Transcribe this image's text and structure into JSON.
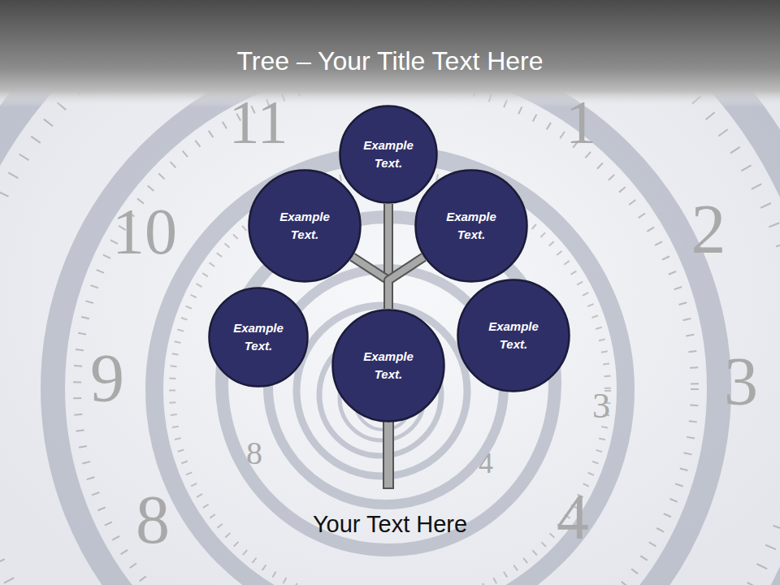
{
  "diagram": {
    "title": "Tree – Your Title Text Here",
    "caption": "Your Text Here",
    "nodes": [
      {
        "text": [
          "Example Text."
        ]
      },
      {
        "text": [
          "Example Text."
        ]
      },
      {
        "text": [
          "Example Text."
        ]
      },
      {
        "text": [
          "Example Text."
        ]
      },
      {
        "text": [
          "Example Text."
        ]
      },
      {
        "text": [
          "Example Text."
        ]
      }
    ],
    "edges": [
      {
        "from": 4,
        "to": 0,
        "arrow": "none"
      },
      {
        "from": 4,
        "to": 1,
        "arrow": "none"
      },
      {
        "from": 4,
        "to": 2,
        "arrow": "none"
      }
    ],
    "labels": [
      "11",
      "1",
      "10",
      "2",
      "9",
      "3",
      "8",
      "4",
      "8",
      "3",
      "4"
    ]
  }
}
